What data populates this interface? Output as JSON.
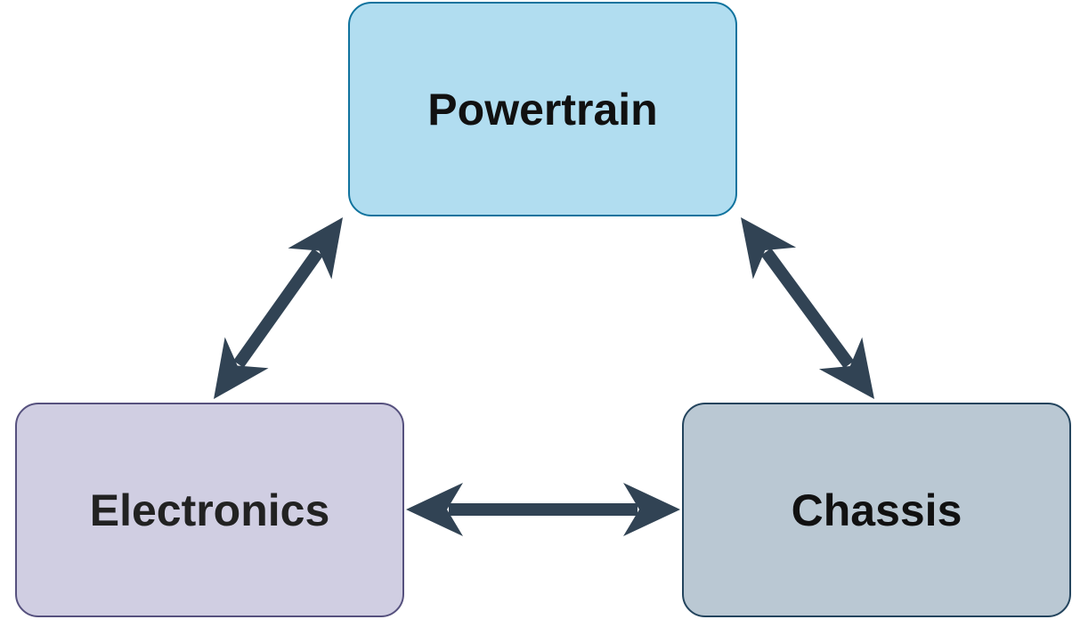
{
  "nodes": {
    "powertrain": {
      "label": "Powertrain",
      "fill": "#b1ddf0",
      "stroke": "#10739e"
    },
    "electronics": {
      "label": "Electronics",
      "fill": "#d0cee2",
      "stroke": "#56517e"
    },
    "chassis": {
      "label": "Chassis",
      "fill": "#bac8d3",
      "stroke": "#23445d"
    }
  },
  "arrow_color": "#314354",
  "edges": [
    {
      "from": "powertrain",
      "to": "electronics",
      "style": "bidirectional"
    },
    {
      "from": "powertrain",
      "to": "chassis",
      "style": "bidirectional"
    },
    {
      "from": "electronics",
      "to": "chassis",
      "style": "bidirectional"
    }
  ]
}
